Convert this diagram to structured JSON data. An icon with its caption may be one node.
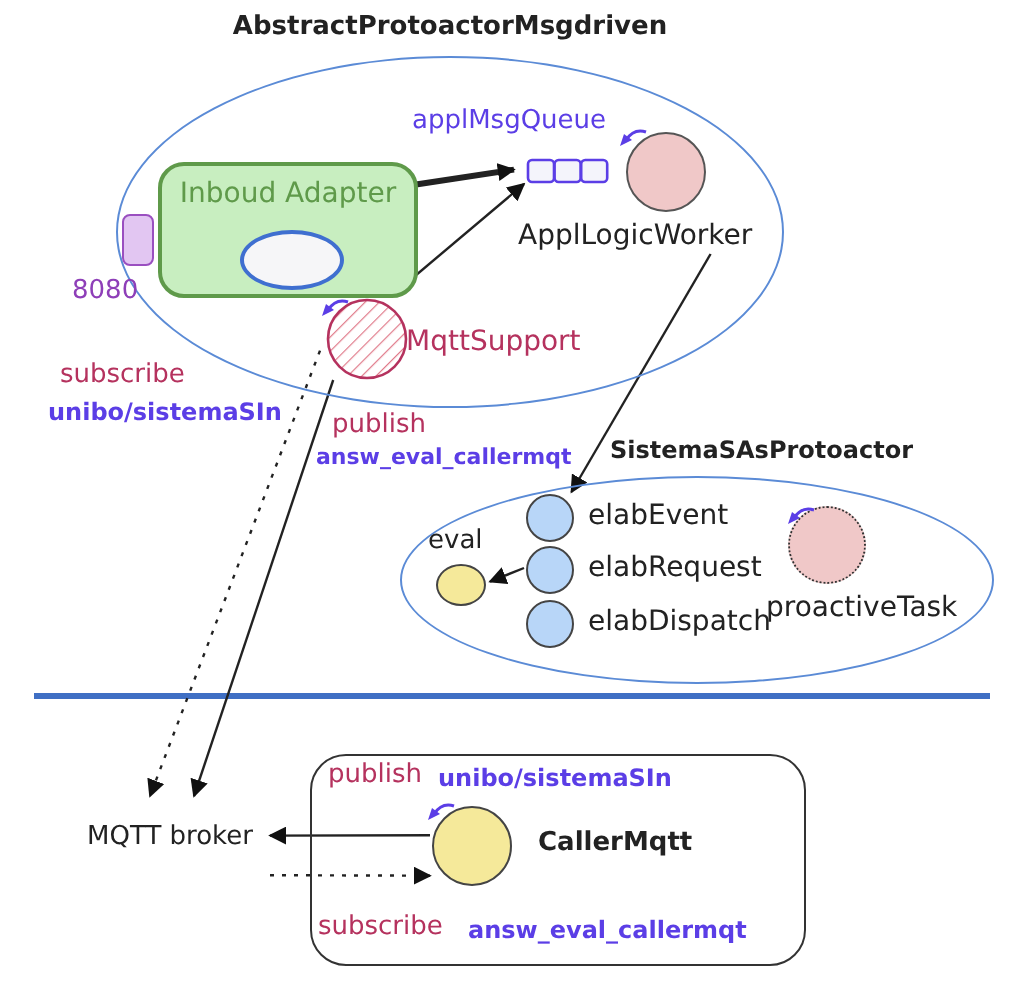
{
  "diagram": {
    "nodes": [
      {
        "text": [
          "AbstractProtoactorMsgdriven"
        ]
      },
      {
        "text": [
          "Inboud Adapter"
        ],
        "in": 0
      },
      {
        "text": [],
        "shape": "circle",
        "in": 1
      },
      {
        "text": [],
        "shape": "box",
        "beside": [
          "8080"
        ],
        "in": 0
      },
      {
        "text": [
          "applMsgQueue"
        ],
        "in": 0
      },
      {
        "text": [
          "ApplLogicWorker"
        ],
        "in": 0
      },
      {
        "text": [
          "MqttSupport"
        ],
        "in": 0
      },
      {
        "text": [
          "SistemaSAsProtoactor"
        ]
      },
      {
        "text": [
          "elabEvent"
        ],
        "in": 7
      },
      {
        "text": [
          "elabRequest"
        ],
        "in": 7
      },
      {
        "text": [
          "elabDispatch"
        ],
        "in": 7
      },
      {
        "text": [
          "eval"
        ],
        "in": 7
      },
      {
        "text": [
          "proactiveTask"
        ],
        "in": 7
      },
      {
        "text": [
          "MQTT broker"
        ]
      },
      {
        "text": [
          "publish",
          "unibo/sistemaSIn",
          "subscribe",
          "answ_eval_callermqt"
        ]
      },
      {
        "text": [
          "CallerMqtt"
        ],
        "in": 14
      }
    ],
    "edges": [
      {
        "from": 1,
        "to": 4,
        "arrow": "to",
        "style": "thick"
      },
      {
        "from": 6,
        "to": 4,
        "arrow": "to"
      },
      {
        "from": 5,
        "to": 8,
        "arrow": "to"
      },
      {
        "from": 9,
        "to": 11,
        "arrow": "to"
      },
      {
        "from": 6,
        "to": 13,
        "arrow": "to",
        "style": "dashed"
      },
      {
        "from": 6,
        "to": 13,
        "arrow": "to"
      },
      {
        "from": 15,
        "to": 13,
        "arrow": "to"
      },
      {
        "from": 13,
        "to": 15,
        "arrow": "to",
        "style": "dashed"
      }
    ],
    "labels": [
      "subscribe",
      "unibo/sistemaSIn",
      "publish",
      "answ_eval_callermqt"
    ]
  }
}
